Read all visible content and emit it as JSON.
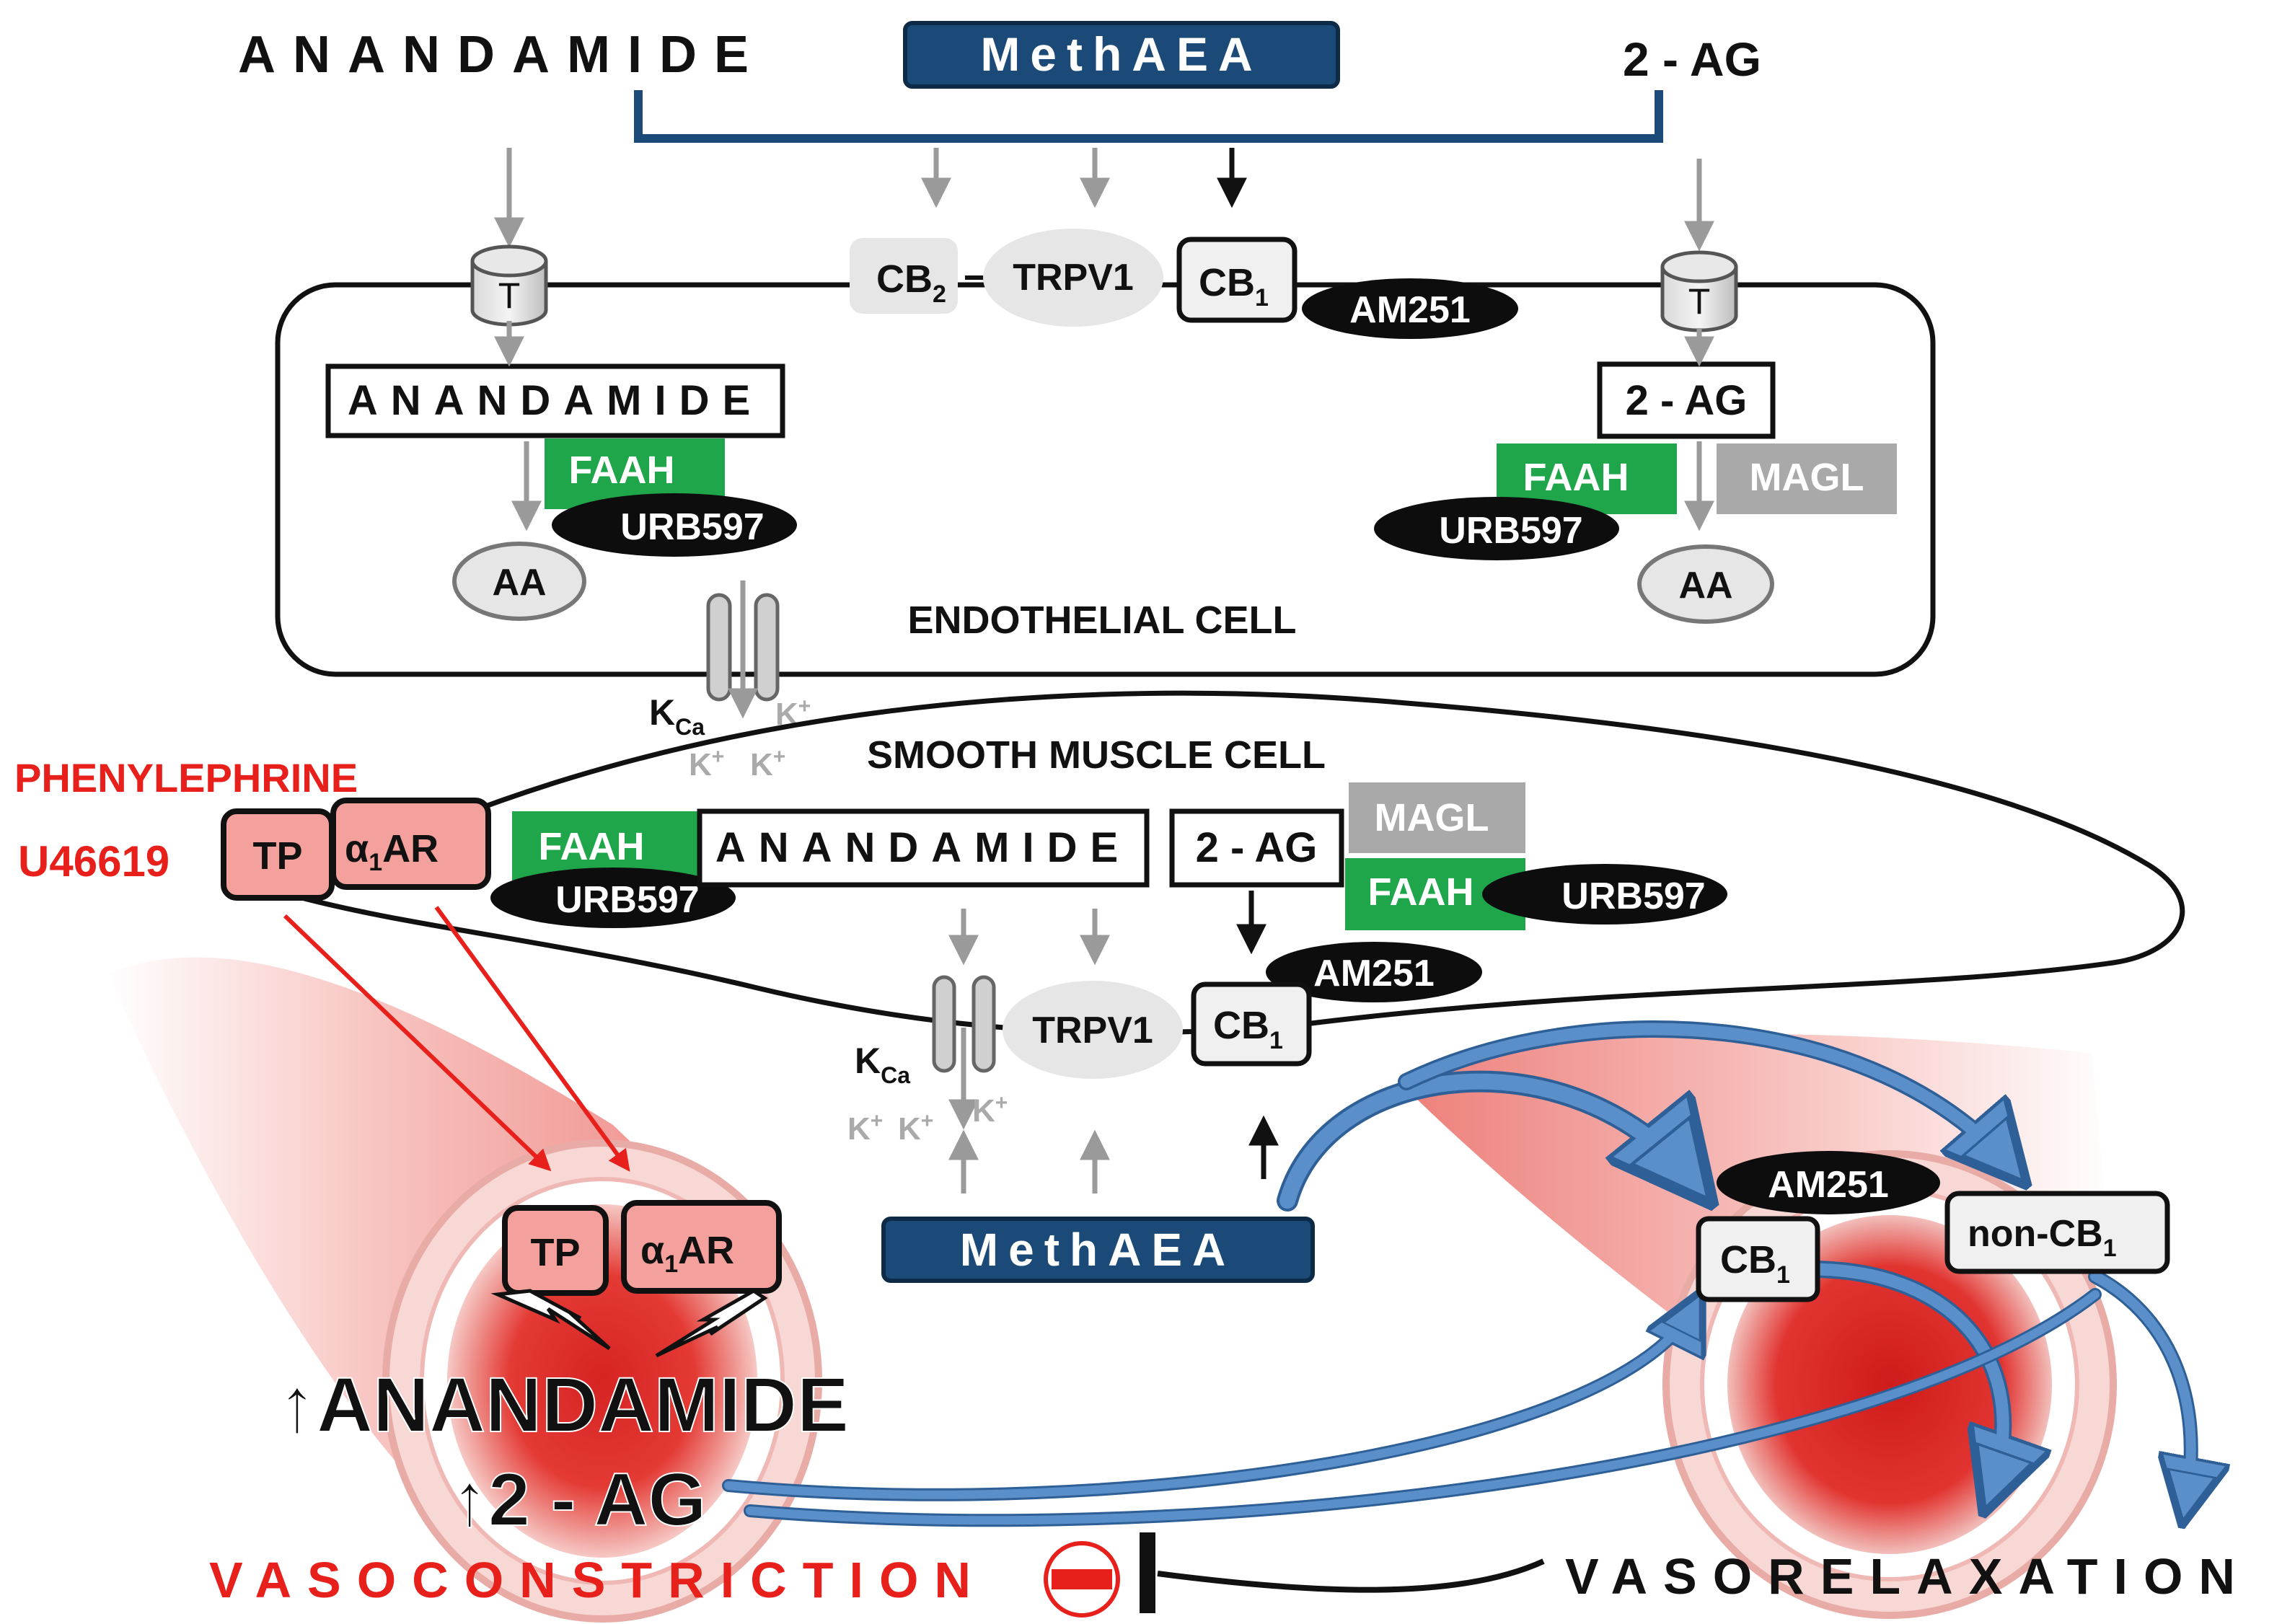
{
  "top": {
    "anandamide": "ANANDAMIDE",
    "methaea": "MethAEA",
    "two_ag": "2 - AG"
  },
  "endothelial": {
    "cell_label": "ENDOTHELIAL CELL",
    "transporter": "T",
    "anandamide": "ANANDAMIDE",
    "two_ag": "2 - AG",
    "faah": "FAAH",
    "magl": "MAGL",
    "urb597": "URB597",
    "aa": "AA",
    "cb2": "CB",
    "cb2_sub": "2",
    "trpv1": "TRPV1",
    "cb1": "CB",
    "cb1_sub": "1",
    "am251": "AM251"
  },
  "channel": {
    "kca": "K",
    "kca_sub": "Ca",
    "k": "K",
    "k_sup": "+"
  },
  "smooth_muscle": {
    "cell_label": "SMOOTH MUSCLE CELL",
    "tp": "TP",
    "alpha_prefix": "α",
    "alpha_sub": "1",
    "alpha_suffix": "AR",
    "faah": "FAAH",
    "urb597": "URB597",
    "anandamide": "ANANDAMIDE",
    "two_ag": "2 - AG",
    "magl": "MAGL",
    "am251": "AM251",
    "trpv1": "TRPV1",
    "cb1": "CB",
    "cb1_sub": "1"
  },
  "agonists": {
    "phenylephrine": "PHENYLEPHRINE",
    "u46619": "U46619"
  },
  "vessel": {
    "tp": "TP",
    "alpha_prefix": "α",
    "alpha_sub": "1",
    "alpha_suffix": "AR",
    "up_arrow": "↑",
    "anandamide": "ANANDAMIDE",
    "two_ag": "2 - AG",
    "methaea": "MethAEA",
    "am251": "AM251",
    "cb1": "CB",
    "cb1_sub": "1",
    "non_cb1": "non-CB",
    "non_cb1_sub": "1"
  },
  "bottom": {
    "vasoconstriction": "VASOCONSTRICTION",
    "vasorelaxation": "VASORELAXATION"
  },
  "colors": {
    "navy": "#1b4a78",
    "green": "#1fa64a",
    "magl_grey": "#a9a9a9",
    "pink": "#f4a09c",
    "red": "#e8201c",
    "blue_arrow": "#5b8fc9"
  }
}
